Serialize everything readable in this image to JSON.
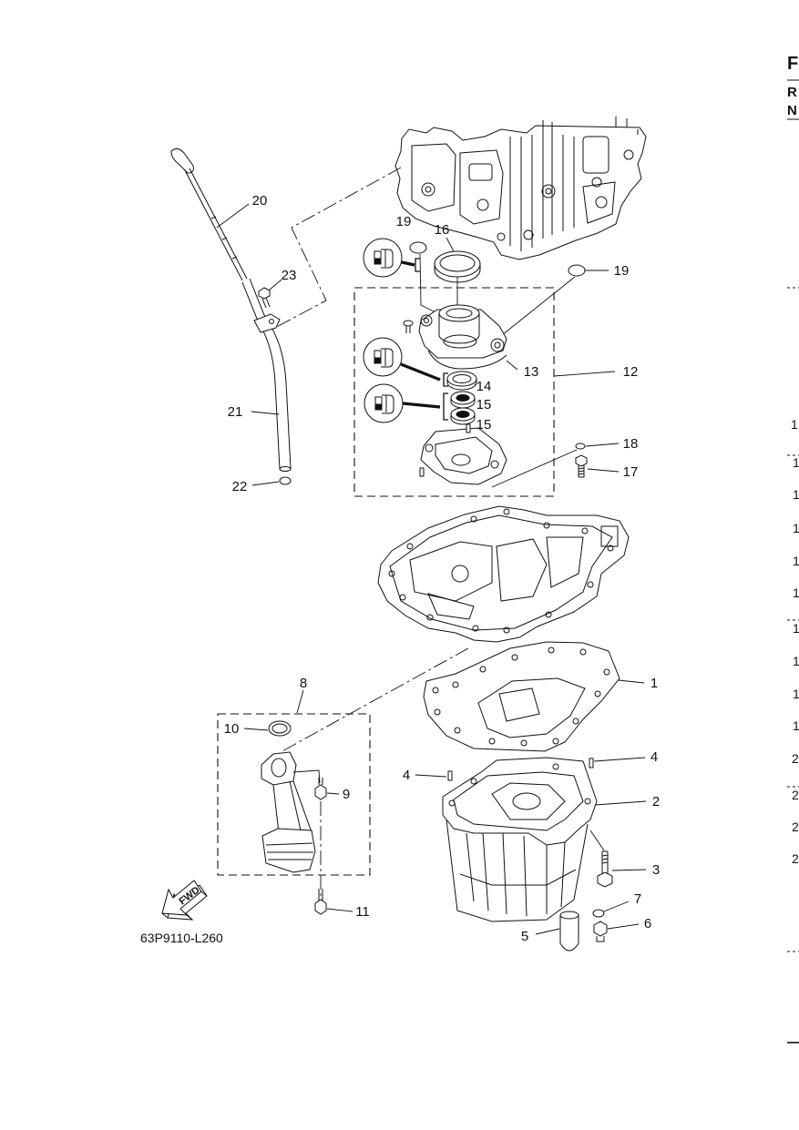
{
  "edge": {
    "header": {
      "f": "F",
      "r": "R",
      "n": "N"
    },
    "marks": [
      "1",
      "1",
      "1",
      "1",
      "1",
      "1",
      "1",
      "1",
      "1",
      "1",
      "2",
      "2",
      "2",
      "2"
    ]
  },
  "diagram": {
    "callouts": {
      "c1": "1",
      "c2": "2",
      "c3": "3",
      "c4_left": "4",
      "c4_right": "4",
      "c5": "5",
      "c6": "6",
      "c7": "7",
      "c8": "8",
      "c9": "9",
      "c10": "10",
      "c11": "11",
      "c12": "12",
      "c13": "13",
      "c14": "14",
      "c15_upper": "15",
      "c15_lower": "15",
      "c16": "16",
      "c17": "17",
      "c18": "18",
      "c19_left": "19",
      "c19_right": "19",
      "c20": "20",
      "c21": "21",
      "c22": "22",
      "c23": "23"
    },
    "fwd_label": "FWD",
    "figure_code": "63P9110-L260"
  }
}
